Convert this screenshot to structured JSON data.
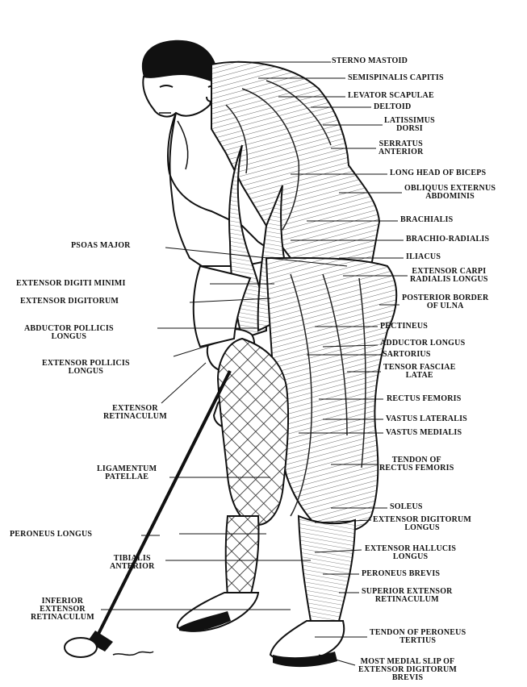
{
  "labels": {
    "sterno_mastoid": "STERNO MASTOID",
    "semispinalis_capitis": "SEMISPINALIS CAPITIS",
    "levator_scapulae": "LEVATOR SCAPULAE",
    "deltoid": "DELTOID",
    "latissimus_dorsi": "LATISSIMUS\nDORSI",
    "serratus_anterior": "SERRATUS\nANTERIOR",
    "long_head_biceps": "LONG HEAD OF BICEPS",
    "obliquus_externus": "OBLIQUUS EXTERNUS\nABDOMINIS",
    "brachialis": "BRACHIALIS",
    "brachio_radialis": "BRACHIO-RADIALIS",
    "psoas_major": "PSOAS MAJOR",
    "iliacus": "ILIACUS",
    "extensor_digiti_minimi": "EXTENSOR DIGITI MINIMI",
    "extensor_carpi": "EXTENSOR CARPI\nRADIALIS LONGUS",
    "extensor_digitorum": "EXTENSOR DIGITORUM",
    "posterior_border_ulna": "POSTERIOR BORDER\nOF ULNA",
    "abductor_pollicis": "ABDUCTOR POLLICIS\nLONGUS",
    "pectineus": "PECTINEUS",
    "adductor_longus": "ADDUCTOR LONGUS",
    "sartorius": "SARTORIUS",
    "extensor_pollicis": "EXTENSOR POLLICIS\nLONGUS",
    "tensor_fasciae": "TENSOR FASCIAE\nLATAE",
    "extensor_retinaculum": "EXTENSOR\nRETINACULUM",
    "rectus_femoris": "RECTUS FEMORIS",
    "vastus_lateralis": "VASTUS LATERALIS",
    "vastus_medialis": "VASTUS MEDIALIS",
    "ligamentum_patellae": "LIGAMENTUM\nPATELLAE",
    "tendon_rectus": "TENDON OF\nRECTUS FEMORIS",
    "soleus": "SOLEUS",
    "extensor_digitorum_longus": "EXTENSOR DIGITORUM\nLONGUS",
    "peroneus_longus": "PERONEUS LONGUS",
    "extensor_hallucis": "EXTENSOR HALLUCIS\nLONGUS",
    "tibialis_anterior": "TIBIALIS\nANTERIOR",
    "peroneus_brevis": "PERONEUS BREVIS",
    "superior_extensor": "SUPERIOR EXTENSOR\nRETINACULUM",
    "inferior_extensor": "INFERIOR\nEXTENSOR\nRETINACULUM",
    "tendon_peroneus_tertius": "TENDON OF PERONEUS\nTERTIUS",
    "most_medial_slip": "MOST MEDIAL SLIP OF\nEXTENSOR DIGITORUM\nBREVIS"
  }
}
